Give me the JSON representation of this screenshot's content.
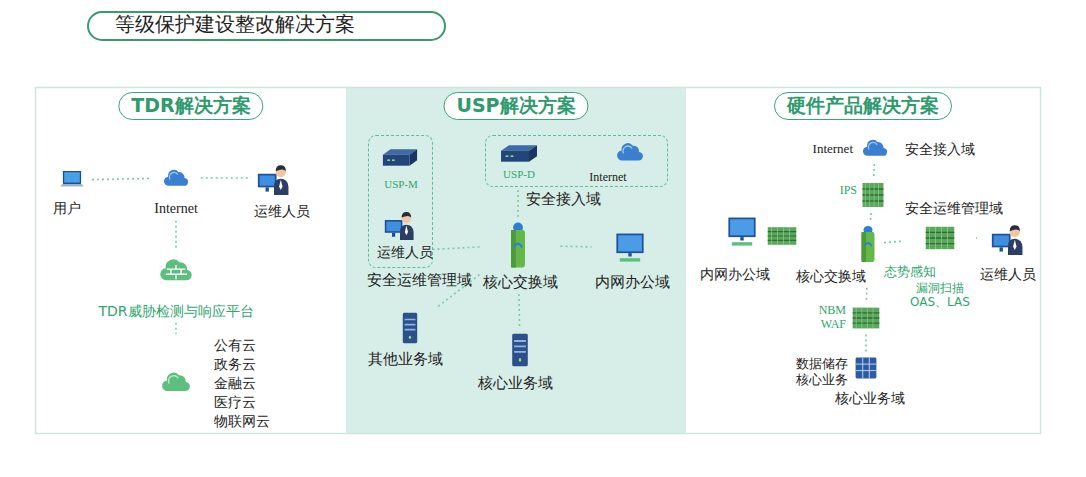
{
  "diagram": {
    "title": "等级保护建设整改解决方案",
    "nodes": [
      {
        "text": [
          "TDR解决方案"
        ]
      },
      {
        "text": [
          "用户"
        ],
        "in": 0
      },
      {
        "text": [
          "Internet"
        ],
        "in": 0
      },
      {
        "text": [
          "运维人员"
        ],
        "in": 0
      },
      {
        "text": [
          "TDR威胁检测与响应平台"
        ],
        "in": 0
      },
      {
        "text": [
          "公有云",
          "政务云",
          "金融云",
          "医疗云",
          "物联网云"
        ],
        "in": 0
      },
      {
        "text": [
          "USP解决方案"
        ]
      },
      {
        "text": [
          "安全运维管理域"
        ],
        "in": 6
      },
      {
        "text": [
          "USP-M"
        ],
        "in": 7
      },
      {
        "text": [
          "运维人员"
        ],
        "in": 7
      },
      {
        "text": [
          "安全接入域"
        ],
        "in": 6
      },
      {
        "text": [
          "USP-D"
        ],
        "in": 10
      },
      {
        "text": [
          "Internet"
        ],
        "in": 10
      },
      {
        "text": [
          "核心交换域"
        ],
        "in": 6
      },
      {
        "text": [
          "内网办公域"
        ],
        "in": 6
      },
      {
        "text": [
          "其他业务域"
        ],
        "in": 6
      },
      {
        "text": [
          "核心业务域"
        ],
        "in": 6
      },
      {
        "text": [
          "硬件产品解决方案"
        ]
      },
      {
        "text": [
          "Internet"
        ],
        "in": 17
      },
      {
        "text": [
          "IPS"
        ],
        "in": 17
      },
      {
        "text": [
          "核心交换域"
        ],
        "in": 17
      },
      {
        "text": [
          "内网办公域"
        ],
        "in": 17
      },
      {
        "text": [
          "漏洞扫描 OAS、LAS"
        ],
        "in": 17
      },
      {
        "text": [
          "运维人员"
        ],
        "in": 17
      },
      {
        "text": [
          "NBM",
          "WAF"
        ],
        "in": 17
      },
      {
        "text": [
          "数据储存 核心业务",
          "核心业务域"
        ],
        "in": 17
      }
    ],
    "edges": [
      {
        "from": 1,
        "to": 2,
        "arrow": "none"
      },
      {
        "from": 2,
        "to": 3,
        "arrow": "none"
      },
      {
        "from": 2,
        "to": 4,
        "arrow": "none"
      },
      {
        "from": 4,
        "to": 5,
        "arrow": "none"
      },
      {
        "from": 13,
        "to": 7,
        "arrow": "none"
      },
      {
        "from": 13,
        "to": 10,
        "arrow": "none"
      },
      {
        "from": 13,
        "to": 14,
        "arrow": "none"
      },
      {
        "from": 13,
        "to": 15,
        "arrow": "none"
      },
      {
        "from": 13,
        "to": 16,
        "arrow": "none"
      },
      {
        "from": 18,
        "to": 19,
        "arrow": "none"
      },
      {
        "from": 19,
        "to": 20,
        "arrow": "none"
      },
      {
        "from": 21,
        "to": 20,
        "arrow": "none"
      },
      {
        "from": 20,
        "to": 22,
        "arrow": "none"
      },
      {
        "from": 22,
        "to": 23,
        "arrow": "none"
      },
      {
        "from": 20,
        "to": 24,
        "arrow": "none"
      },
      {
        "from": 24,
        "to": 25,
        "arrow": "none"
      }
    ],
    "labels": [
      "安全接入域",
      "安全运维管理域",
      "态势感知"
    ]
  }
}
